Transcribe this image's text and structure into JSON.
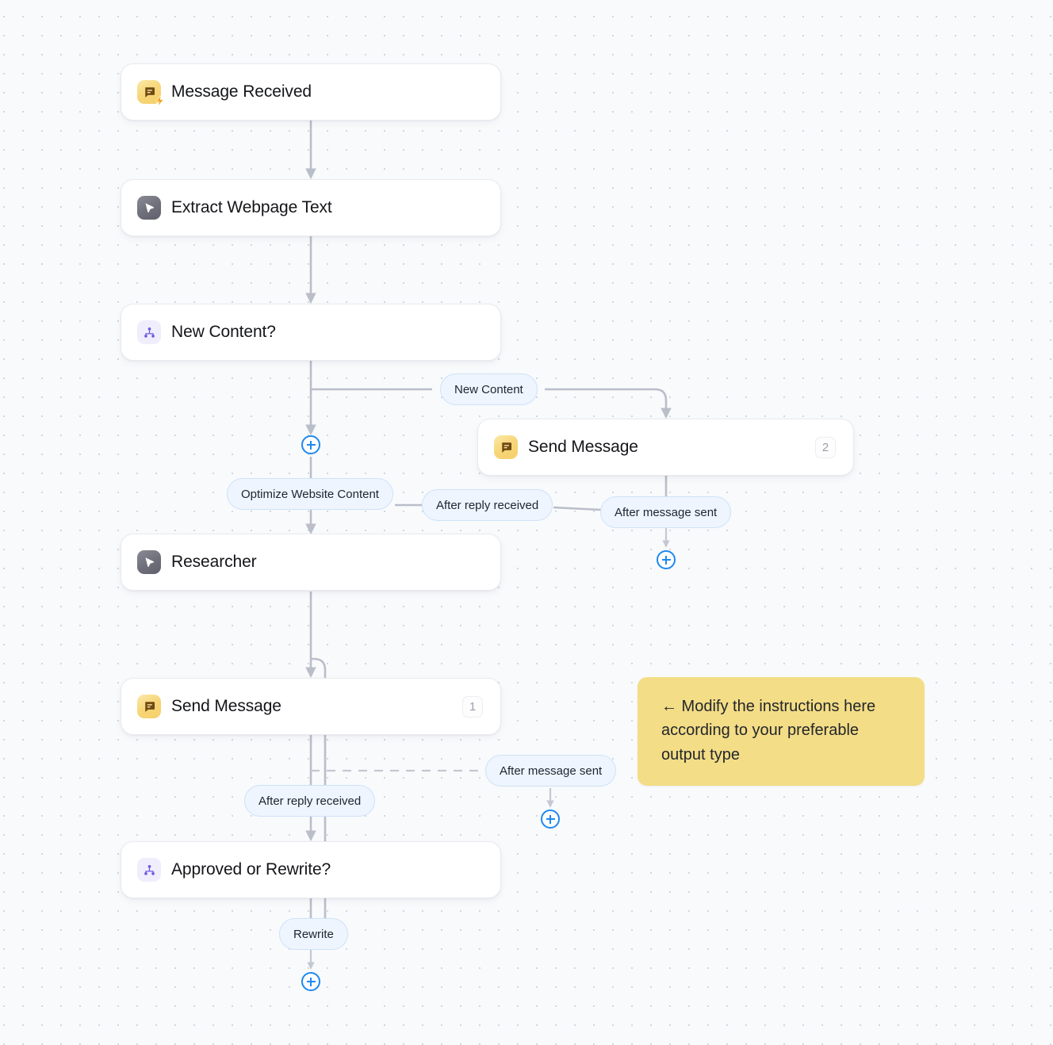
{
  "canvas": {
    "background_color": "#f8fafc",
    "dot_color": "#d2d6de",
    "accent_blue": "#1e88ef",
    "pill_fill": "#eef5fe",
    "pill_border": "#cfe2f8",
    "note_color": "#f3dd86",
    "edge_color": "#b9bec9"
  },
  "nodes": [
    {
      "id": "message-received",
      "label": "Message Received",
      "icon": "message-trigger-icon",
      "badge": null
    },
    {
      "id": "extract-webpage-text",
      "label": "Extract Webpage Text",
      "icon": "agent-cursor-icon",
      "badge": null
    },
    {
      "id": "new-content",
      "label": "New Content?",
      "icon": "branch-icon",
      "badge": null
    },
    {
      "id": "send-message-2",
      "label": "Send Message",
      "icon": "message-icon",
      "badge": "2"
    },
    {
      "id": "researcher",
      "label": "Researcher",
      "icon": "agent-cursor-icon",
      "badge": null
    },
    {
      "id": "send-message-1",
      "label": "Send Message",
      "icon": "message-icon",
      "badge": "1"
    },
    {
      "id": "approved-or-rewrite",
      "label": "Approved or Rewrite?",
      "icon": "branch-icon",
      "badge": null
    }
  ],
  "edge_labels": [
    {
      "id": "new-content-label",
      "label": "New Content"
    },
    {
      "id": "optimize-website-content-label",
      "label": "Optimize Website Content"
    },
    {
      "id": "after-reply-received-upper",
      "label": "After reply received"
    },
    {
      "id": "after-message-sent-upper",
      "label": "After message sent"
    },
    {
      "id": "after-message-sent-lower",
      "label": "After message sent"
    },
    {
      "id": "after-reply-received-lower",
      "label": "After reply received"
    },
    {
      "id": "rewrite-label",
      "label": "Rewrite"
    }
  ],
  "add_buttons": [
    {
      "id": "add-step-new-content-branch"
    },
    {
      "id": "add-step-after-message-sent-upper"
    },
    {
      "id": "add-step-after-message-sent-lower"
    },
    {
      "id": "add-step-rewrite"
    }
  ],
  "note": {
    "text": "← Modify the instructions here according to your preferable output type"
  }
}
